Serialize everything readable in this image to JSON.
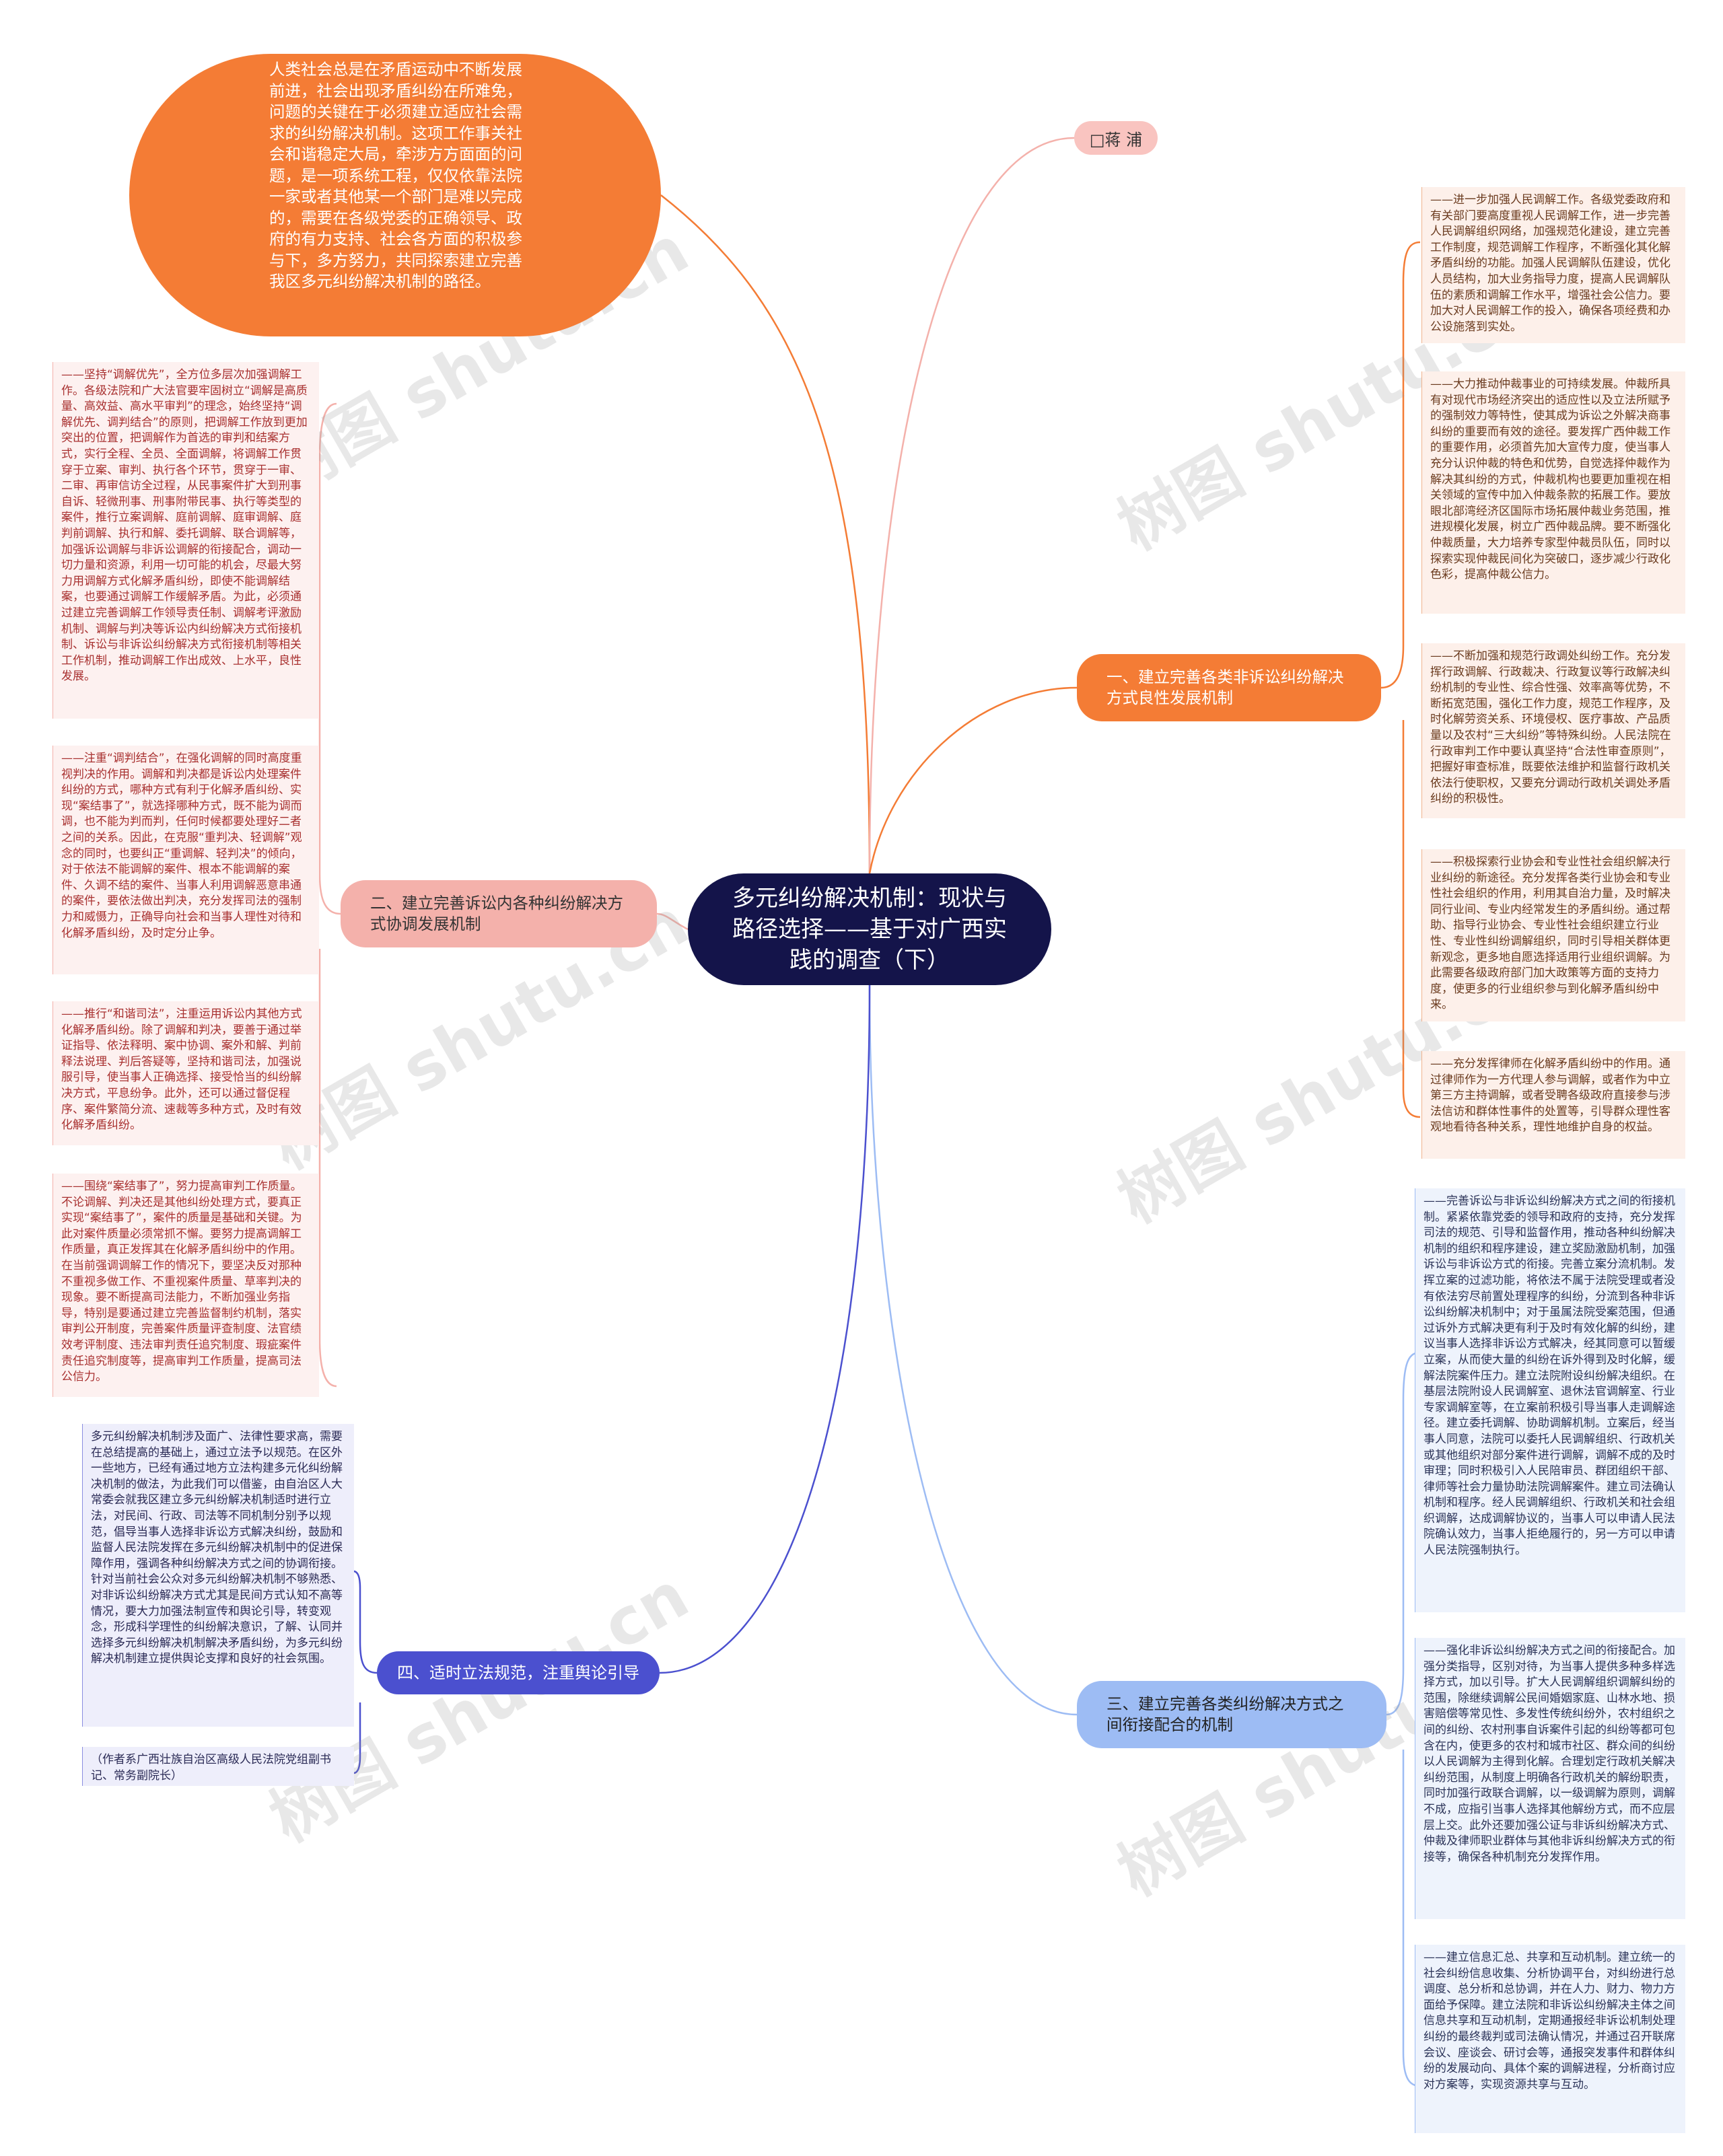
{
  "center": {
    "title": "多元纠纷解决机制：现状与路径选择——基于对广西实践的调查（下）"
  },
  "intro": {
    "text": "人类社会总是在矛盾运动中不断发展前进，社会出现矛盾纠纷在所难免，问题的关键在于必须建立适应社会需求的纠纷解决机制。这项工作事关社会和谐稳定大局，牵涉方方面面的问题，是一项系统工程，仅仅依靠法院一家或者其他某一个部门是难以完成的，需要在各级党委的正确领导、政府的有力支持、社会各方面的积极参与下，多方努力，共同探索建立完善我区多元纠纷解决机制的路径。"
  },
  "author": {
    "label": "□蒋 浦"
  },
  "branches": {
    "b1": {
      "label": "一、建立完善各类非诉讼纠纷解决方式良性发展机制",
      "leaves": [
        "——进一步加强人民调解工作。各级党委政府和有关部门要高度重视人民调解工作，进一步完善人民调解组织网络，加强规范化建设，建立完善工作制度，规范调解工作程序，不断强化其化解矛盾纠纷的功能。加强人民调解队伍建设，优化人员结构，加大业务指导力度，提高人民调解队伍的素质和调解工作水平，增强社会公信力。要加大对人民调解工作的投入，确保各项经费和办公设施落到实处。",
        "——大力推动仲裁事业的可持续发展。仲裁所具有对现代市场经济突出的适应性以及立法所赋予的强制效力等特性，使其成为诉讼之外解决商事纠纷的重要而有效的途径。要发挥广西仲裁工作的重要作用，必须首先加大宣传力度，使当事人充分认识仲裁的特色和优势，自觉选择仲裁作为解决其纠纷的方式，仲裁机构也要更加重视在相关领域的宣传中加入仲裁条款的拓展工作。要放眼北部湾经济区国际市场拓展仲裁业务范围，推进规模化发展，树立广西仲裁品牌。要不断强化仲裁质量，大力培养专家型仲裁员队伍，同时以探索实现仲裁民间化为突破口，逐步减少行政化色彩，提高仲裁公信力。",
        "——不断加强和规范行政调处纠纷工作。充分发挥行政调解、行政裁决、行政复议等行政解决纠纷机制的专业性、综合性强、效率高等优势，不断拓宽范围，强化工作力度，规范工作程序，及时化解劳资关系、环境侵权、医疗事故、产品质量以及农村“三大纠纷”等特殊纠纷。人民法院在行政审判工作中要认真坚持“合法性审查原则”，把握好审查标准，既要依法维护和监督行政机关依法行使职权，又要充分调动行政机关调处矛盾纠纷的积极性。",
        "——积极探索行业协会和专业性社会组织解决行业纠纷的新途径。充分发挥各类行业协会和专业性社会组织的作用，利用其自治力量，及时解决同行业间、专业内经常发生的矛盾纠纷。通过帮助、指导行业协会、专业性社会组织建立行业性、专业性纠纷调解组织，同时引导相关群体更新观念，更多地自愿选择适用行业组织调解。为此需要各级政府部门加大政策等方面的支持力度，使更多的行业组织参与到化解矛盾纠纷中来。",
        "——充分发挥律师在化解矛盾纠纷中的作用。通过律师作为一方代理人参与调解，或者作为中立第三方主持调解，或者受聘各级政府直接参与涉法信访和群体性事件的处置等，引导群众理性客观地看待各种关系，理性地维护自身的权益。"
      ]
    },
    "b2": {
      "label": "二、建立完善诉讼内各种纠纷解决方式协调发展机制",
      "leaves": [
        "——坚持“调解优先”，全方位多层次加强调解工作。各级法院和广大法官要牢固树立“调解是高质量、高效益、高水平审判”的理念，始终坚持“调解优先、调判结合”的原则，把调解工作放到更加突出的位置，把调解作为首选的审判和结案方式，实行全程、全员、全面调解，将调解工作贯穿于立案、审判、执行各个环节，贯穿于一审、二审、再审信访全过程，从民事案件扩大到刑事自诉、轻微刑事、刑事附带民事、执行等类型的案件，推行立案调解、庭前调解、庭审调解、庭判前调解、执行和解、委托调解、联合调解等，加强诉讼调解与非诉讼调解的衔接配合，调动一切力量和资源，利用一切可能的机会，尽最大努力用调解方式化解矛盾纠纷，即使不能调解结案，也要通过调解工作缓解矛盾。为此，必须通过建立完善调解工作领导责任制、调解考评激励机制、调解与判决等诉讼内纠纷解决方式衔接机制、诉讼与非诉讼纠纷解决方式衔接机制等相关工作机制，推动调解工作出成效、上水平，良性发展。",
        "——注重“调判结合”，在强化调解的同时高度重视判决的作用。调解和判决都是诉讼内处理案件纠纷的方式，哪种方式有利于化解矛盾纠纷、实现“案结事了”，就选择哪种方式，既不能为调而调，也不能为判而判，任何时候都要处理好二者之间的关系。因此，在克服“重判决、轻调解”观念的同时，也要纠正“重调解、轻判决”的倾向，对于依法不能调解的案件、根本不能调解的案件、久调不结的案件、当事人利用调解恶意串通的案件，要依法做出判决，充分发挥司法的强制力和威慑力，正确导向社会和当事人理性对待和化解矛盾纠纷，及时定分止争。",
        "——推行“和谐司法”，注重运用诉讼内其他方式化解矛盾纠纷。除了调解和判决，要善于通过举证指导、依法释明、案中协调、案外和解、判前释法说理、判后答疑等，坚持和谐司法，加强说服引导，使当事人正确选择、接受恰当的纠纷解决方式，平息纷争。此外，还可以通过督促程序、案件繁简分流、速裁等多种方式，及时有效化解矛盾纠纷。",
        "——围绕“案结事了”，努力提高审判工作质量。不论调解、判决还是其他纠纷处理方式，要真正实现“案结事了”，案件的质量是基础和关键。为此对案件质量必须常抓不懈。要努力提高调解工作质量，真正发挥其在化解矛盾纠纷中的作用。在当前强调调解工作的情况下，要坚决反对那种不重视多做工作、不重视案件质量、草率判决的现象。要不断提高司法能力，不断加强业务指导，特别是要通过建立完善监督制约机制，落实审判公开制度，完善案件质量评查制度、法官绩效考评制度、违法审判责任追究制度、瑕疵案件责任追究制度等，提高审判工作质量，提高司法公信力。"
      ]
    },
    "b3": {
      "label": "三、建立完善各类纠纷解决方式之间衔接配合的机制",
      "leaves": [
        "——完善诉讼与非诉讼纠纷解决方式之间的衔接机制。紧紧依靠党委的领导和政府的支持，充分发挥司法的规范、引导和监督作用，推动各种纠纷解决机制的组织和程序建设，建立奖励激励机制，加强诉讼与非诉讼方式的衔接。完善立案分流机制。发挥立案的过滤功能，将依法不属于法院受理或者没有依法穷尽前置处理程序的纠纷，分流到各种非诉讼纠纷解决机制中；对于虽属法院受案范围，但通过诉外方式解决更有利于及时有效化解的纠纷，建议当事人选择非诉讼方式解决，经其同意可以暂缓立案，从而使大量的纠纷在诉外得到及时化解，缓解法院案件压力。建立法院附设纠纷解决组织。在基层法院附设人民调解室、退休法官调解室、行业专家调解室等，在立案前积极引导当事人走调解途径。建立委托调解、协助调解机制。立案后，经当事人同意，法院可以委托人民调解组织、行政机关或其他组织对部分案件进行调解，调解不成的及时审理；同时积极引入人民陪审员、群团组织干部、律师等社会力量协助法院调解案件。建立司法确认机制和程序。经人民调解组织、行政机关和社会组织调解，达成调解协议的，当事人可以申请人民法院确认效力，当事人拒绝履行的，另一方可以申请人民法院强制执行。",
        "——强化非诉讼纠纷解决方式之间的衔接配合。加强分类指导，区别对待，为当事人提供多种多样选择方式，加以引导。扩大人民调解组织调解纠纷的范围，除继续调解公民间婚姻家庭、山林水地、损害赔偿等常见性、多发性传统纠纷外，农村组织之间的纠纷、农村刑事自诉案件引起的纠纷等都可包含在内，使更多的农村和城市社区、群众间的纠纷以人民调解为主得到化解。合理划定行政机关解决纠纷范围，从制度上明确各行政机关的解纷职责，同时加强行政联合调解，以一级调解为原则，调解不成，应指引当事人选择其他解纷方式，而不应层层上交。此外还要加强公证与非诉纠纷解决方式、仲裁及律师职业群体与其他非诉纠纷解决方式的衔接等，确保各种机制充分发挥作用。",
        "——建立信息汇总、共享和互动机制。建立统一的社会纠纷信息收集、分析协调平台，对纠纷进行总调度、总分析和总协调，并在人力、财力、物力方面给予保障。建立法院和非诉讼纠纷解决主体之间信息共享和互动机制，定期通报经非诉讼机制处理纠纷的最终裁判或司法确认情况，并通过召开联席会议、座谈会、研讨会等，通报突发事件和群体纠纷的发展动向、具体个案的调解进程，分析商讨应对方案等，实现资源共享与互动。"
      ]
    },
    "b4": {
      "label": "四、适时立法规范，注重舆论引导",
      "leaves": [
        "多元纠纷解决机制涉及面广、法律性要求高，需要在总结提高的基础上，通过立法予以规范。在区外一些地方，已经有通过地方立法构建多元化纠纷解决机制的做法，为此我们可以借鉴，由自治区人大常委会就我区建立多元纠纷解决机制适时进行立法，对民间、行政、司法等不同机制分别予以规范，倡导当事人选择非诉讼方式解决纠纷，鼓励和监督人民法院发挥在多元纠纷解决机制中的促进保障作用，强调各种纠纷解决方式之间的协调衔接。针对当前社会公众对多元纠纷解决机制不够熟悉、对非诉讼纠纷解决方式尤其是民间方式认知不高等情况，要大力加强法制宣传和舆论引导，转变观念，形成科学理性的纠纷解决意识，了解、认同并选择多元纠纷解决机制解决矛盾纠纷，为多元纠纷解决机制建立提供舆论支撑和良好的社会氛围。",
        "（作者系广西壮族自治区高级人民法院党组副书记、常务副院长）"
      ]
    }
  },
  "watermark": "树图 shutu.cn",
  "colors": {
    "orange": "#f47c35",
    "pink": "#f4b1ab",
    "blue": "#9dbcf4",
    "purple": "#4b50cf",
    "center": "#14144a"
  }
}
